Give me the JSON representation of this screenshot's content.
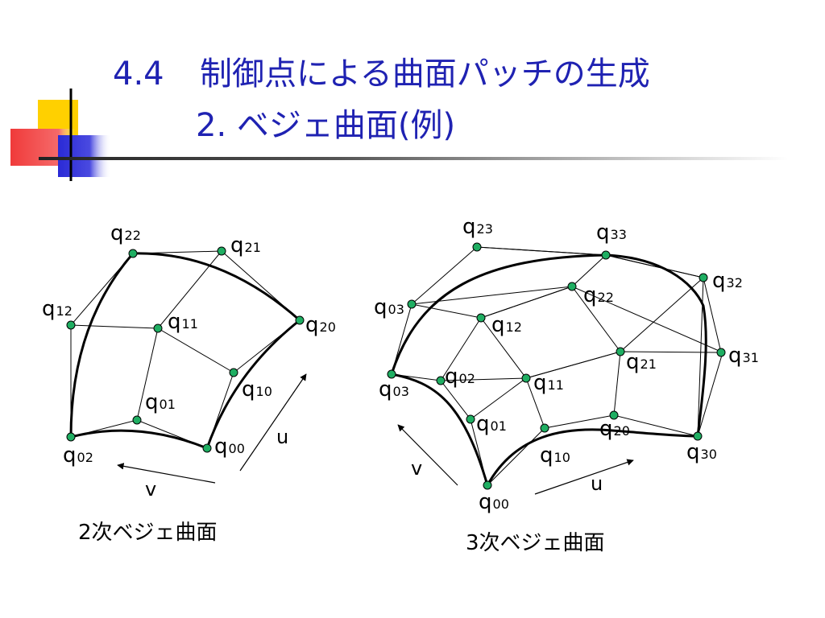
{
  "title": {
    "number": "4.4",
    "main": "制御点による曲面パッチの生成",
    "sub": "2. ベジェ曲面(例)"
  },
  "colors": {
    "title": "#1f22b2",
    "deco_yellow": "#ffd000",
    "deco_red": "#f03a3a",
    "deco_blue": "#2a2ad6",
    "point_fill": "#1fae62"
  },
  "quadratic": {
    "caption": "2次ベジェ曲面",
    "labels": {
      "q22": {
        "base": "q",
        "sub": "22"
      },
      "q21": {
        "base": "q",
        "sub": "21"
      },
      "q12": {
        "base": "q",
        "sub": "12"
      },
      "q11": {
        "base": "q",
        "sub": "11"
      },
      "q20": {
        "base": "q",
        "sub": "20"
      },
      "q10": {
        "base": "q",
        "sub": "10"
      },
      "q01": {
        "base": "q",
        "sub": "01"
      },
      "q02": {
        "base": "q",
        "sub": "02"
      },
      "q00": {
        "base": "q",
        "sub": "00"
      }
    },
    "u_label": "u",
    "v_label": "v"
  },
  "cubic": {
    "caption": "3次ベジェ曲面",
    "labels": {
      "q23": {
        "base": "q",
        "sub": "23"
      },
      "q33": {
        "base": "q",
        "sub": "33"
      },
      "q32": {
        "base": "q",
        "sub": "32"
      },
      "q03": {
        "base": "q",
        "sub": "03"
      },
      "q22": {
        "base": "q",
        "sub": "22"
      },
      "q12": {
        "base": "q",
        "sub": "12"
      },
      "q31": {
        "base": "q",
        "sub": "31"
      },
      "q21": {
        "base": "q",
        "sub": "21"
      },
      "q02": {
        "base": "q",
        "sub": "02"
      },
      "q03b": {
        "base": "q",
        "sub": "03"
      },
      "q11": {
        "base": "q",
        "sub": "11"
      },
      "q01": {
        "base": "q",
        "sub": "01"
      },
      "q20": {
        "base": "q",
        "sub": "20"
      },
      "q30": {
        "base": "q",
        "sub": "30"
      },
      "q10": {
        "base": "q",
        "sub": "10"
      },
      "q00": {
        "base": "q",
        "sub": "00"
      }
    },
    "u_label": "u",
    "v_label": "v"
  }
}
